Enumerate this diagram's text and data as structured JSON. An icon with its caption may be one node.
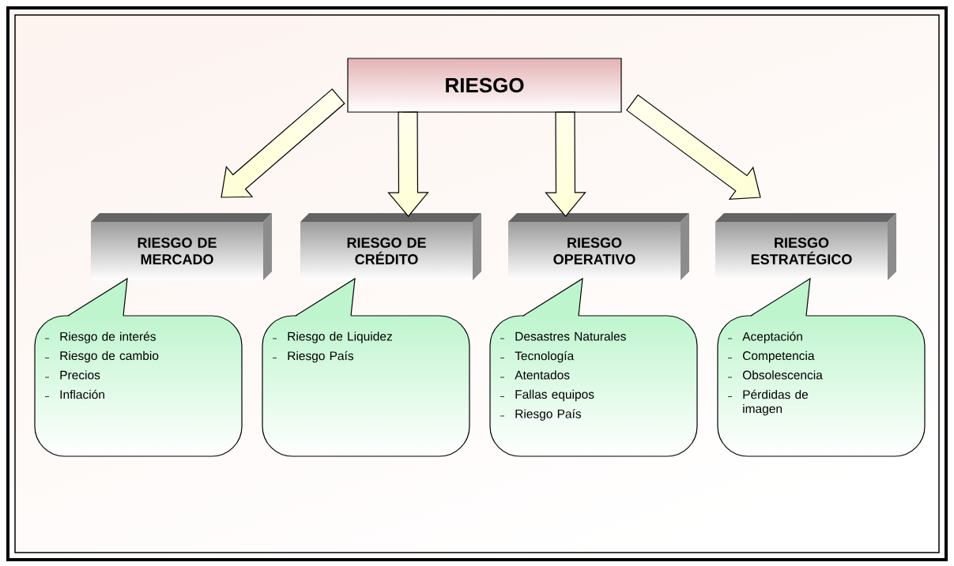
{
  "diagram": {
    "nodes": [
      {
        "text": [
          "RIESGO"
        ]
      },
      {
        "text": [
          "RIESGO DE MERCADO"
        ]
      },
      {
        "text": [
          "RIESGO DE CRÉDITO"
        ]
      },
      {
        "text": [
          "RIESGO OPERATIVO"
        ]
      },
      {
        "text": [
          "RIESGO ESTRATÉGICO"
        ]
      },
      {
        "text": [
          "Riesgo de interés",
          "Riesgo de  cambio",
          "Precios",
          "Inflación"
        ]
      },
      {
        "text": [
          "Riesgo de Liquidez",
          "Riesgo País"
        ]
      },
      {
        "text": [
          "Desastres Naturales",
          "Tecnología",
          "Atentados",
          "Fallas equipos",
          "Riesgo País"
        ]
      },
      {
        "text": [
          "Aceptación",
          "Competencia",
          "Obsolescencia",
          "Pérdidas de imagen"
        ]
      }
    ],
    "edges": [
      {
        "from": 0,
        "to": 1,
        "arrow": "to"
      },
      {
        "from": 0,
        "to": 2,
        "arrow": "to"
      },
      {
        "from": 0,
        "to": 3,
        "arrow": "to"
      },
      {
        "from": 0,
        "to": 4,
        "arrow": "to"
      }
    ]
  }
}
